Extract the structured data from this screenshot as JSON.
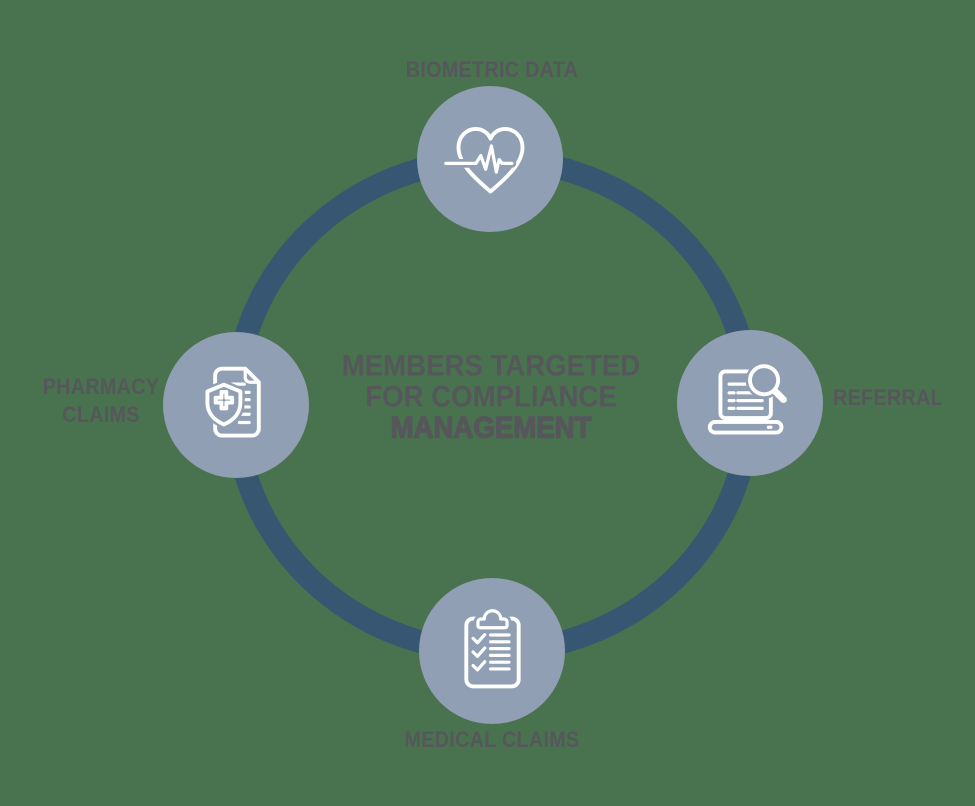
{
  "diagram": {
    "center_title_lines": [
      "MEMBERS TARGETED",
      "FOR COMPLIANCE",
      "MANAGEMENT"
    ],
    "nodes": [
      {
        "label": "BIOMETRIC DATA",
        "icon": "heart-pulse-icon",
        "position": "top"
      },
      {
        "label": "REFERRAL",
        "icon": "laptop-search-icon",
        "position": "right"
      },
      {
        "label": "MEDICAL CLAIMS",
        "icon": "clipboard-checklist-icon",
        "position": "bottom"
      },
      {
        "label": "PHARMACY CLAIMS",
        "icon": "shield-document-icon",
        "position": "left"
      }
    ],
    "colors": {
      "background": "#49724F",
      "ring": "#375672",
      "node_circle": "#909FB3",
      "icon_stroke": "#FFFFFF",
      "text": "#56575B"
    }
  }
}
